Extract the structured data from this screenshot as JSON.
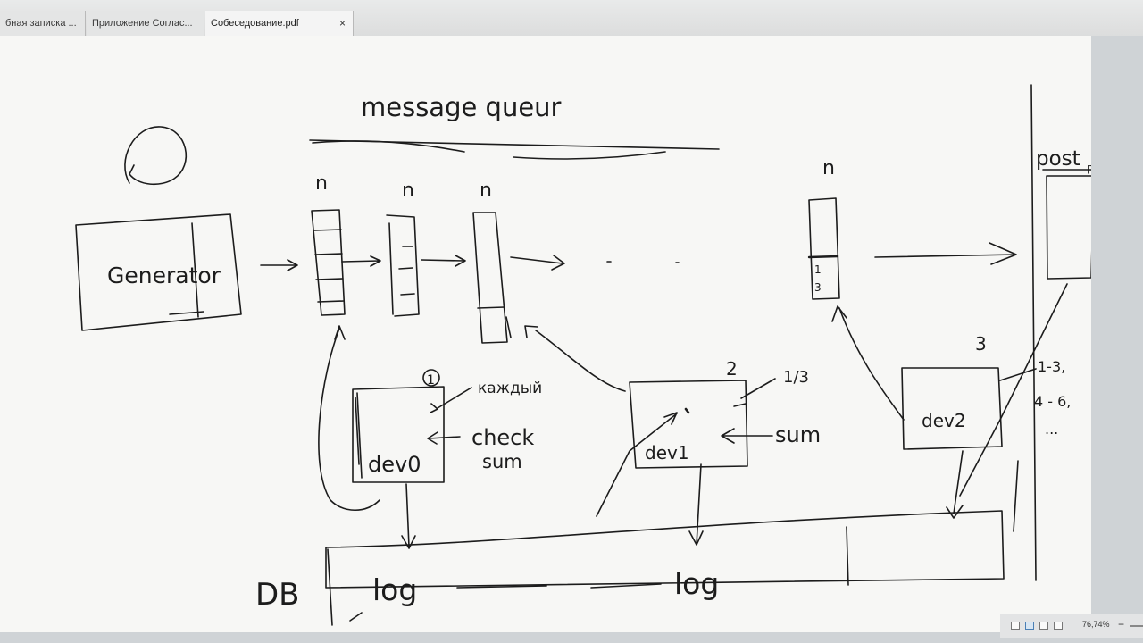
{
  "tabs": [
    {
      "label": "бная записка ...",
      "active": false
    },
    {
      "label": "Приложение Соглас...",
      "active": false
    },
    {
      "label": "Собеседование.pdf",
      "active": true
    }
  ],
  "tab_close_symbol": "×",
  "status": {
    "zoom": "76,74%"
  },
  "drawing": {
    "title": "message queur",
    "queue_labels": [
      "n",
      "n",
      "n",
      "n"
    ],
    "generator": "Generator",
    "post": "post",
    "post_suffix": "pu",
    "dev0": "dev0",
    "dev1": "dev1",
    "dev2": "dev2",
    "badge_1": "1",
    "badge_2": "2",
    "badge_3": "3",
    "note_kazhdyi": "каждый",
    "note_check": "check",
    "note_sum": "sum",
    "note_fraction": "1/3",
    "note_sum2": "sum",
    "note_ranges_1": "1-3,",
    "note_ranges_2": "4 - 6,",
    "note_dots": "...",
    "db": "DB",
    "log1": "log",
    "log2": "log",
    "queue_small_1": "1",
    "queue_small_2": "3"
  },
  "colors": {
    "ink": "#1c1c1c",
    "paper": "#f7f7f5"
  }
}
